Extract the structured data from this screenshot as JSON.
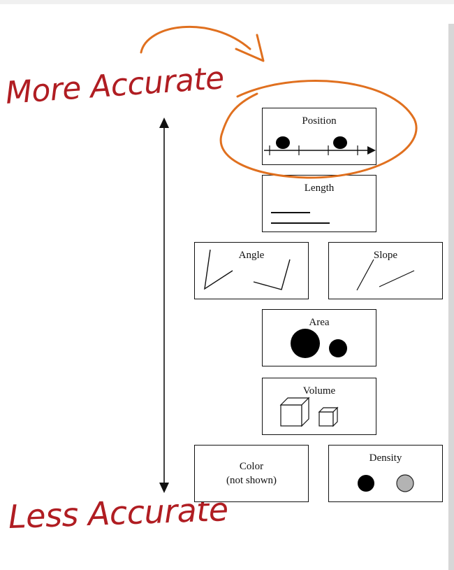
{
  "annotations": {
    "top_label": "More Accurate",
    "bottom_label": "Less Accurate"
  },
  "encodings": {
    "position": "Position",
    "length": "Length",
    "angle": "Angle",
    "slope": "Slope",
    "area": "Area",
    "volume": "Volume",
    "color_line1": "Color",
    "color_line2": "(not shown)",
    "density": "Density"
  },
  "colors": {
    "annotation_red": "#b01d22",
    "highlight_orange": "#e0701f",
    "density_dark": "#000000",
    "density_light": "#b3b3b3"
  }
}
